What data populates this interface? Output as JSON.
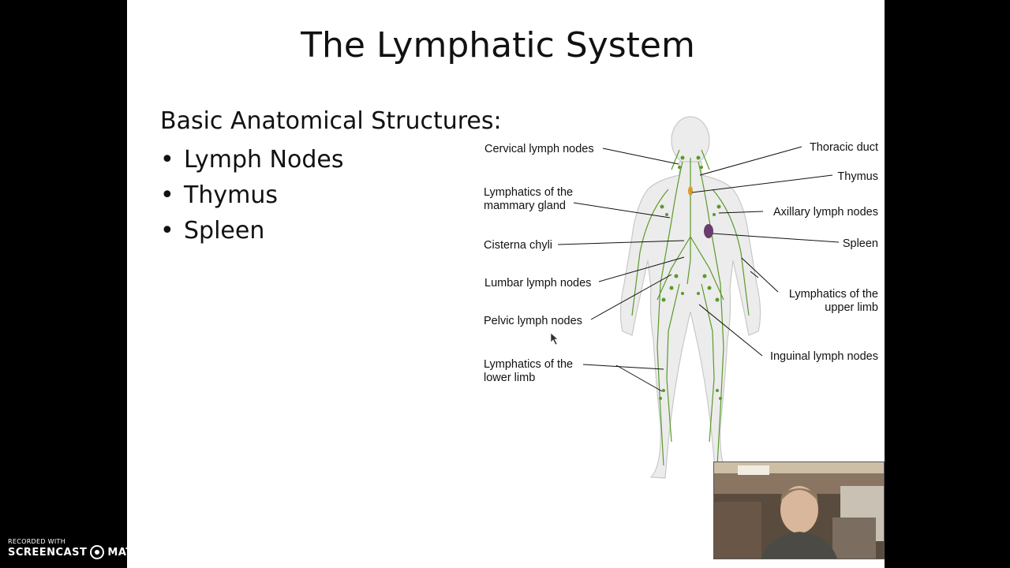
{
  "slide": {
    "title": "The Lymphatic System",
    "subtitle": "Basic Anatomical Structures:",
    "bullets": [
      "Lymph Nodes",
      "Thymus",
      "Spleen"
    ]
  },
  "diagram": {
    "labels": {
      "cervical": "Cervical lymph nodes",
      "mammary_1": "Lymphatics of the",
      "mammary_2": "mammary gland",
      "cisterna": "Cisterna chyli",
      "lumbar": "Lumbar lymph nodes",
      "pelvic": "Pelvic lymph nodes",
      "lower_1": "Lymphatics of the",
      "lower_2": "lower limb",
      "thoracic": "Thoracic duct",
      "thymus": "Thymus",
      "axillary": "Axillary lymph nodes",
      "spleen": "Spleen",
      "upper_1": "Lymphatics of the",
      "upper_2": "upper limb",
      "inguinal": "Inguinal lymph nodes"
    },
    "colors": {
      "lymph": "#5a9a2a",
      "spleen": "#6a3d6e",
      "thymus": "#d99a2b",
      "body": "#e4e4e4"
    }
  },
  "watermark": {
    "line1": "RECORDED WITH",
    "brand_left": "SCREENCAST",
    "brand_right": "MATIC"
  },
  "webcam": {
    "icon": "webcam-person"
  }
}
